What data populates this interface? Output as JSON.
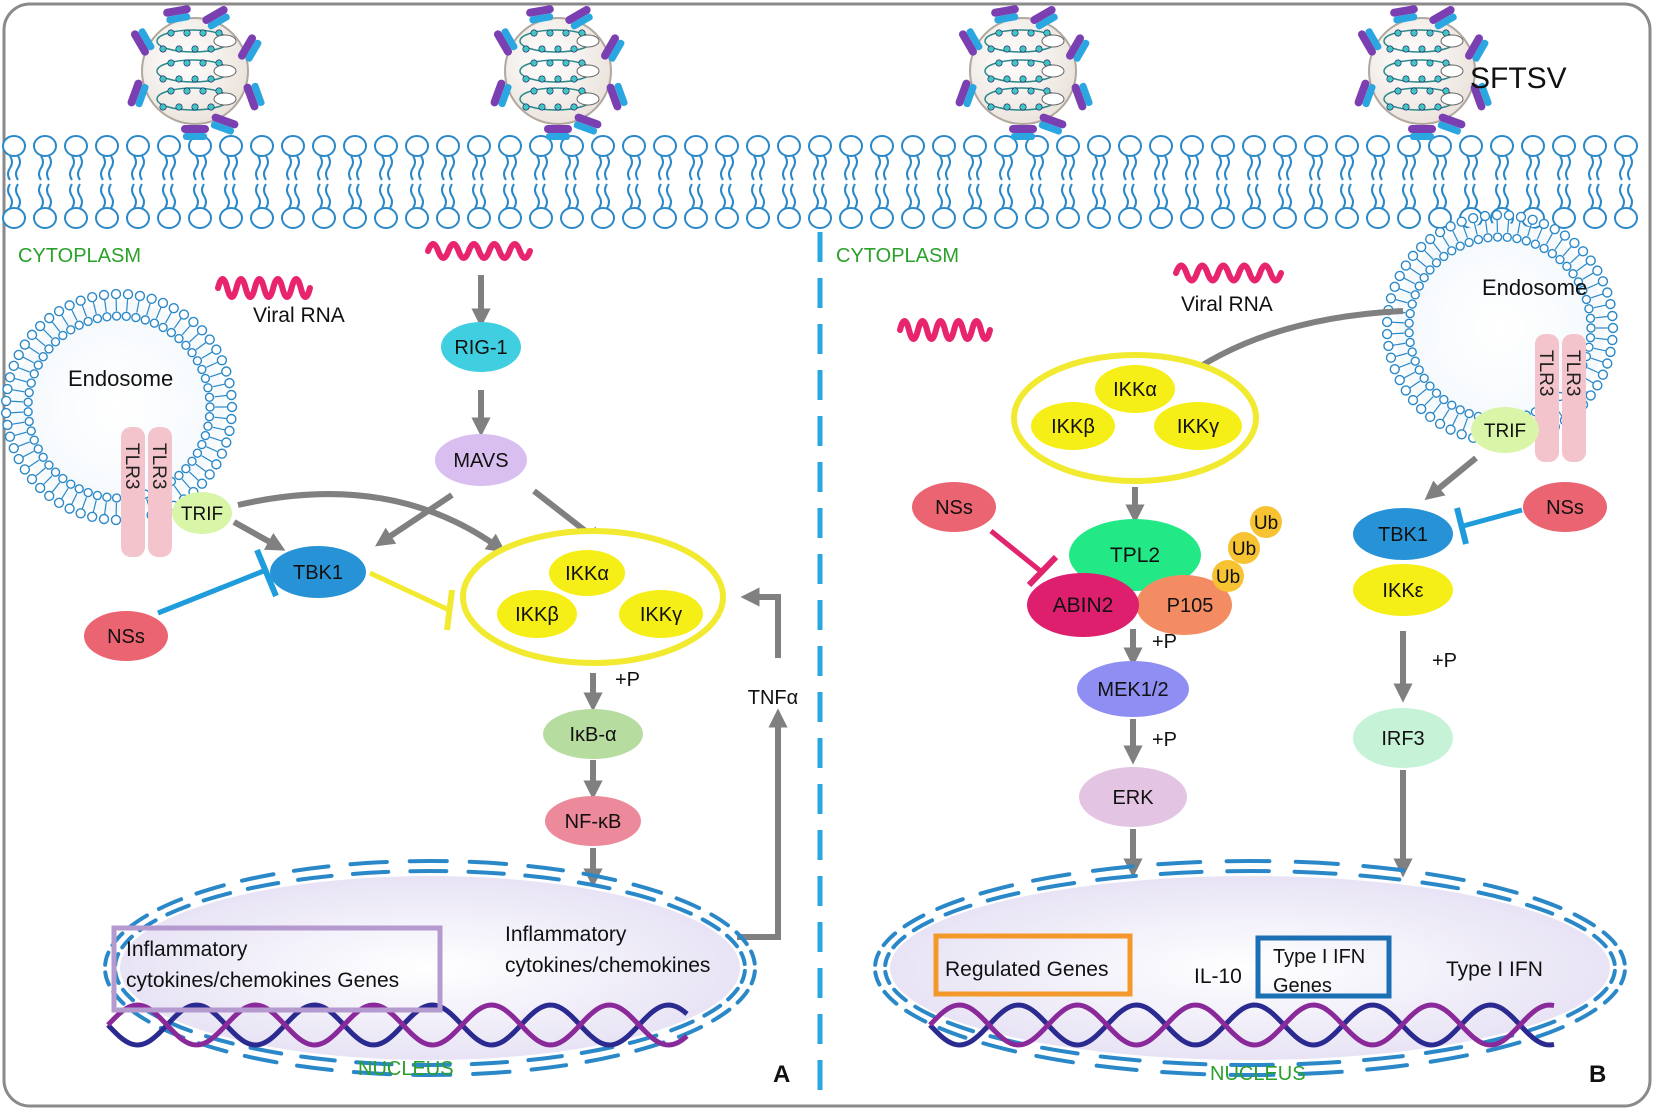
{
  "colors": {
    "membrane": "#2a88c8",
    "divider": "#2aa6e0",
    "arrow": "#808080",
    "viral_rna": "#e8246e",
    "inhibit_blue": "#1e9cdb",
    "inhibit_yellow": "#f2ea30",
    "inhibit_pink": "#e0246e",
    "nucleus_fill": "#ece8f6",
    "green_label": "#2ba02b"
  },
  "panel_a": {
    "cytoplasm": "CYTOPLASM",
    "viral_rna": "Viral RNA",
    "endosome": "Endosome",
    "tlr3_left": "TLR3",
    "tlr3_right": "TLR3",
    "trif": "TRIF",
    "rig1": "RIG-1",
    "mavs": "MAVS",
    "tbk1": "TBK1",
    "nss": "NSs",
    "ikka": "IKKα",
    "ikkb": "IKKβ",
    "ikkg": "IKKγ",
    "phos": "+P",
    "ikba": "IκB-α",
    "nfkb": "NF-κB",
    "tnfa": "TNFα",
    "genes_line1": "Inflammatory",
    "genes_line2": "cytokines/chemokines Genes",
    "products_line1": "Inflammatory",
    "products_line2": "cytokines/chemokines",
    "nucleus": "NUCLEUS",
    "panel_label": "A"
  },
  "panel_b": {
    "cytoplasm": "CYTOPLASM",
    "viral_rna": "Viral RNA",
    "endosome": "Endosome",
    "tlr3_left": "TLR3",
    "tlr3_right": "TLR3",
    "trif": "TRIF",
    "sftsv": "SFTSV",
    "ikka": "IKKα",
    "ikkb": "IKKβ",
    "ikkg": "IKKγ",
    "nss_left": "NSs",
    "nss_right": "NSs",
    "tpl2": "TPL2",
    "abin2": "ABIN2",
    "p105": "P105",
    "ub1": "Ub",
    "ub2": "Ub",
    "ub3": "Ub",
    "phos1": "+P",
    "mek": "MEK1/2",
    "phos2": "+P",
    "erk": "ERK",
    "tbk1": "TBK1",
    "ikke": "IKKε",
    "phos3": "+P",
    "irf3": "IRF3",
    "regulated_genes": "Regulated Genes",
    "il10": "IL-10",
    "ifn_genes_line1": "Type I IFN",
    "ifn_genes_line2": "Genes",
    "type1_ifn": "Type I IFN",
    "nucleus": "NUCLEUS",
    "panel_label": "B"
  }
}
